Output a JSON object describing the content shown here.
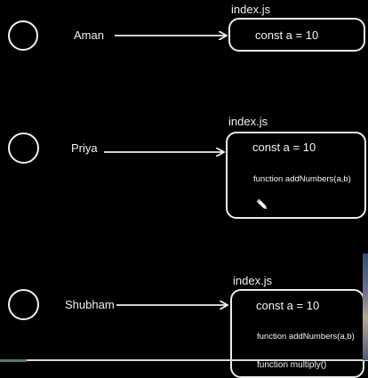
{
  "rows": [
    {
      "name": "Aman",
      "file": {
        "filename": "index.js",
        "lines": [
          "const a = 10"
        ]
      }
    },
    {
      "name": "Priya",
      "file": {
        "filename": "index.js",
        "lines": [
          "const a = 10",
          "function addNumbers(a,b)"
        ]
      }
    },
    {
      "name": "Shubham",
      "file": {
        "filename": "index.js",
        "lines": [
          "const a = 10",
          "function addNumbers(a,b)",
          "function multiply()"
        ]
      }
    }
  ],
  "icons": {
    "cursor": "pen-cursor-icon"
  },
  "colors": {
    "background": "#000000",
    "foreground": "#f0f0f0"
  }
}
